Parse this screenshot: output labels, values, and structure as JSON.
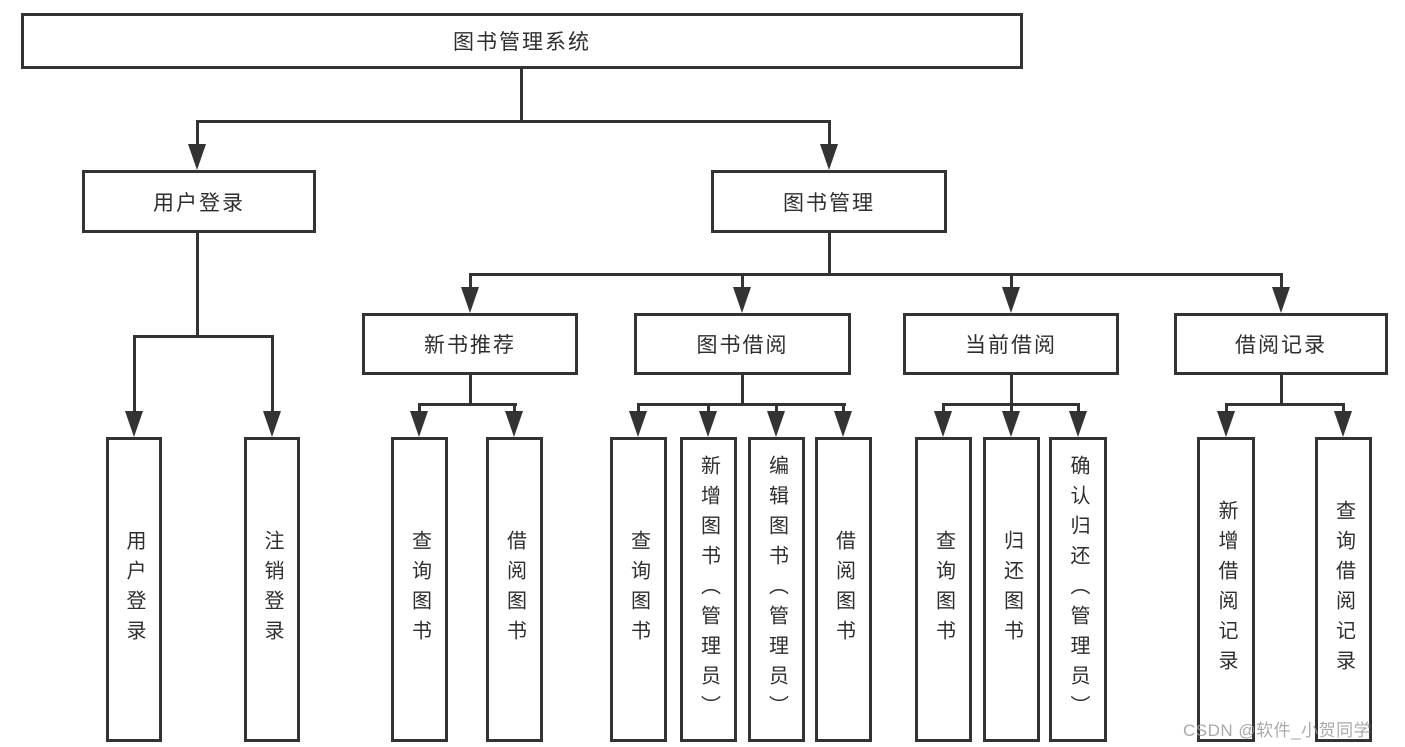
{
  "diagram": {
    "type": "hierarchy-tree",
    "root": {
      "label": "图书管理系统"
    },
    "level2": [
      {
        "label": "用户登录",
        "parent": "图书管理系统"
      },
      {
        "label": "图书管理",
        "parent": "图书管理系统"
      }
    ],
    "level3": [
      {
        "label": "新书推荐",
        "parent": "图书管理"
      },
      {
        "label": "图书借阅",
        "parent": "图书管理"
      },
      {
        "label": "当前借阅",
        "parent": "图书管理"
      },
      {
        "label": "借阅记录",
        "parent": "图书管理"
      }
    ],
    "leaves": [
      {
        "label": "用户登录",
        "parent": "用户登录"
      },
      {
        "label": "注销登录",
        "parent": "用户登录"
      },
      {
        "label": "查询图书",
        "parent": "新书推荐"
      },
      {
        "label": "借阅图书",
        "parent": "新书推荐"
      },
      {
        "label": "查询图书",
        "parent": "图书借阅"
      },
      {
        "label": "新增图书（管理员）",
        "parent": "图书借阅"
      },
      {
        "label": "编辑图书（管理员）",
        "parent": "图书借阅"
      },
      {
        "label": "借阅图书",
        "parent": "图书借阅"
      },
      {
        "label": "查询图书",
        "parent": "当前借阅"
      },
      {
        "label": "归还图书",
        "parent": "当前借阅"
      },
      {
        "label": "确认归还（管理员）",
        "parent": "当前借阅"
      },
      {
        "label": "新增借阅记录",
        "parent": "借阅记录"
      },
      {
        "label": "查询借阅记录",
        "parent": "借阅记录"
      }
    ],
    "watermark": "CSDN @软件_小贺同学",
    "colors": {
      "line": "#333333",
      "box_border": "#333333",
      "box_background": "#ffffff",
      "text": "#2e2e2e",
      "watermark": "#9b9b9b",
      "page_background": "#ffffff"
    }
  }
}
